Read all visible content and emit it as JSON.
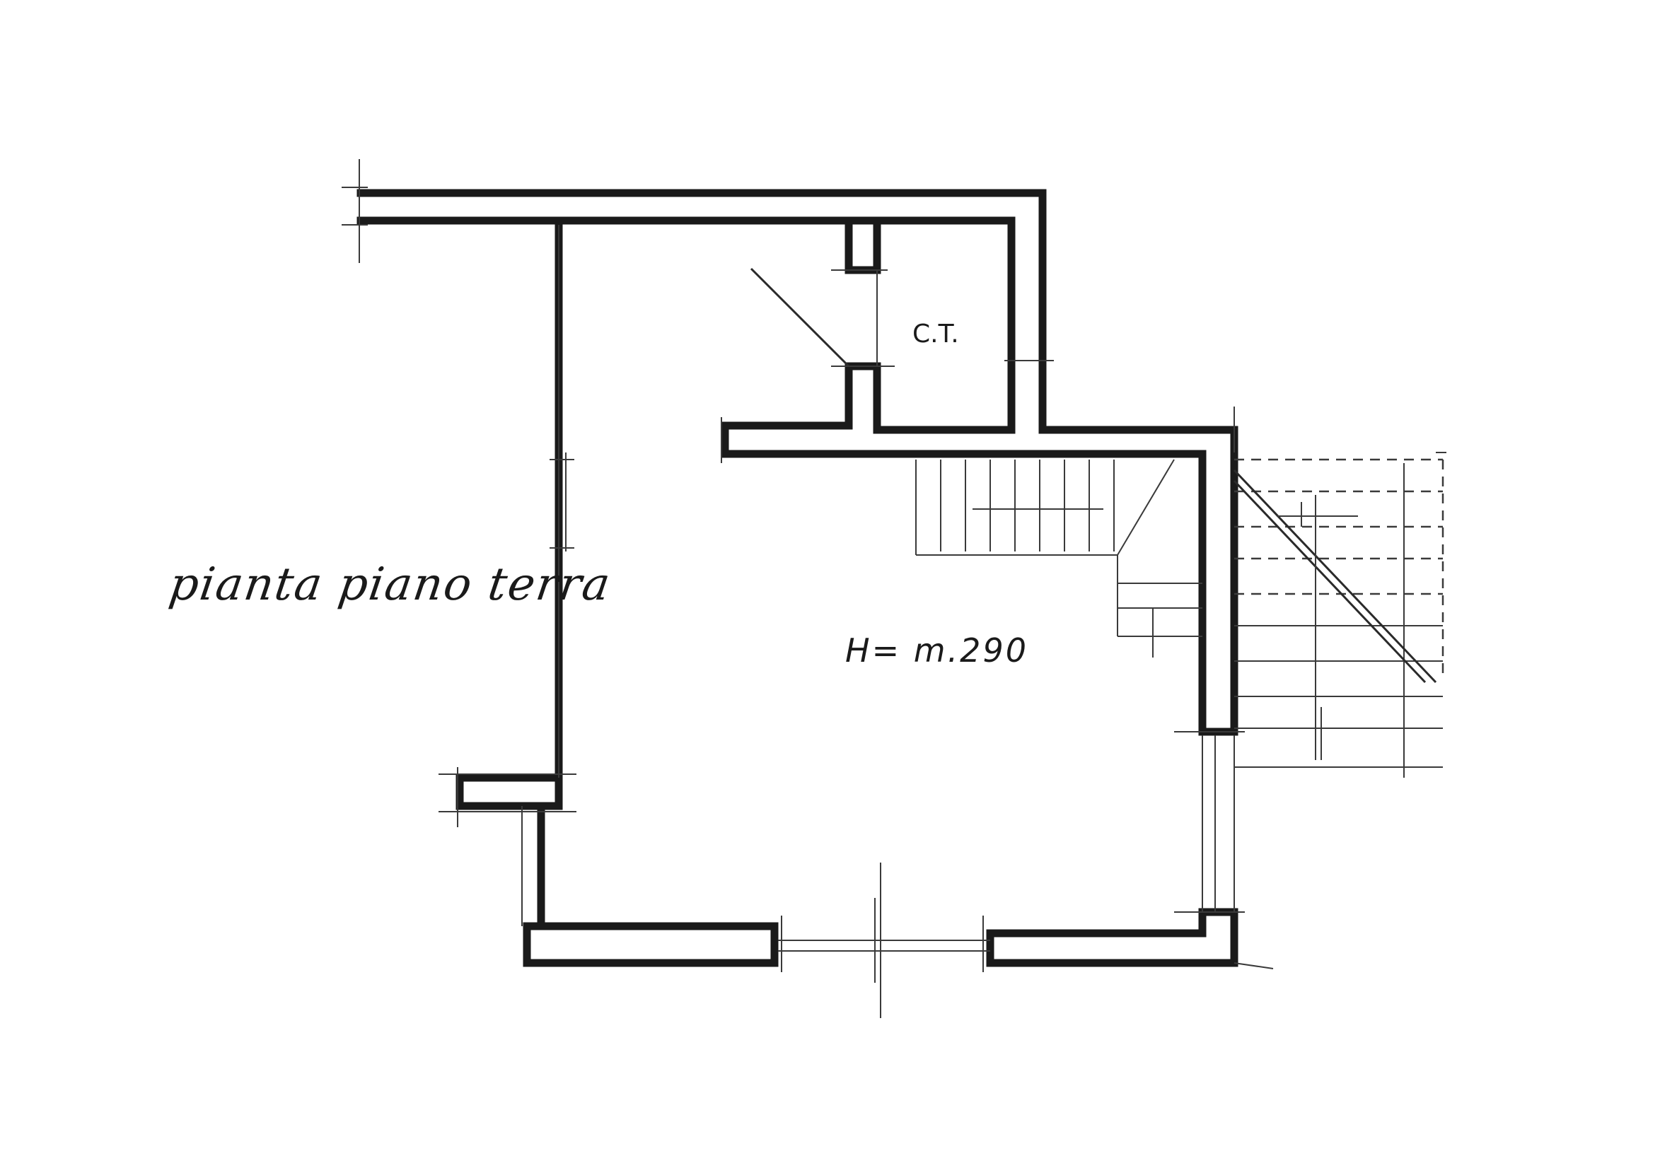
{
  "plan": {
    "title": "pianta piano terra",
    "rooms": [
      {
        "name": "C.T."
      }
    ],
    "height_label": "H= m.290"
  }
}
